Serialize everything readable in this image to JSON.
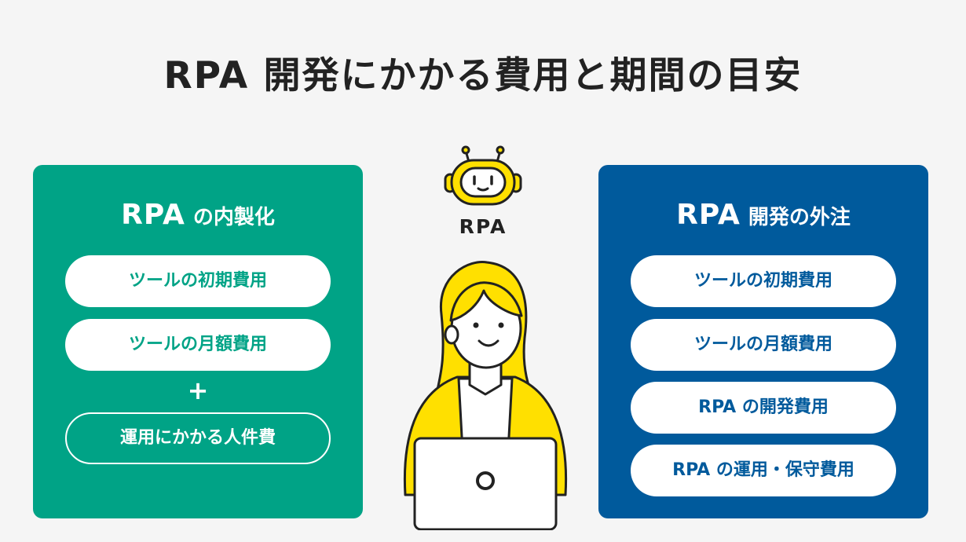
{
  "title": "RPA 開発にかかる費用と期間の目安",
  "left_panel": {
    "title_main": "RPA",
    "title_sub": "の内製化",
    "items": [
      "ツールの初期費用",
      "ツールの月額費用"
    ],
    "plus": "+",
    "extra_item": "運用にかかる人件費",
    "color": "#00a386"
  },
  "right_panel": {
    "title_main": "RPA",
    "title_sub": "開発の外注",
    "items": [
      "ツールの初期費用",
      "ツールの月額費用",
      "RPA の開発費用",
      "RPA の運用・保守費用"
    ],
    "color": "#005a9c"
  },
  "illustration": {
    "robot_label": "RPA",
    "accent_color": "#ffe000"
  }
}
